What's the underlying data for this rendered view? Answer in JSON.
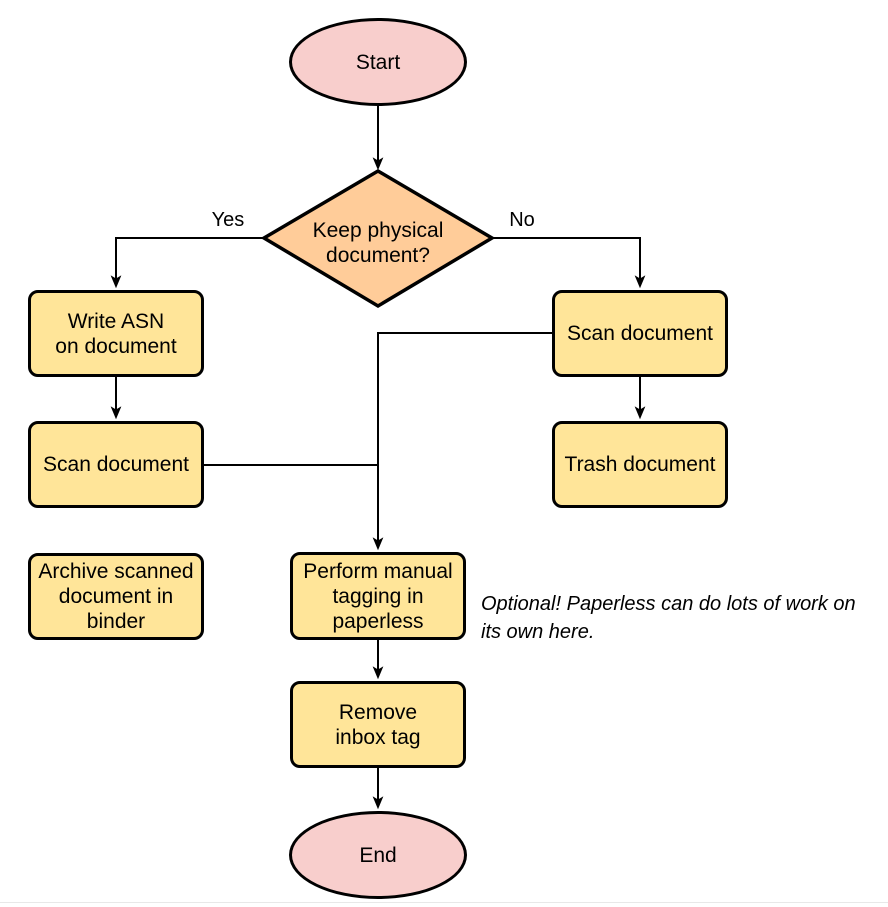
{
  "flowchart": {
    "nodes": {
      "start": {
        "label": "Start",
        "type": "terminal"
      },
      "decision": {
        "label": "Keep physical\ndocument?",
        "type": "decision"
      },
      "write_asn": {
        "label": "Write ASN\non document",
        "type": "process"
      },
      "scan_left": {
        "label": "Scan document",
        "type": "process"
      },
      "archive": {
        "label": "Archive scanned\ndocument in\nbinder",
        "type": "process"
      },
      "scan_right": {
        "label": "Scan document",
        "type": "process"
      },
      "trash": {
        "label": "Trash document",
        "type": "process"
      },
      "tagging": {
        "label": "Perform manual\ntagging in\npaperless",
        "type": "process"
      },
      "remove_inbox": {
        "label": "Remove\ninbox tag",
        "type": "process"
      },
      "end": {
        "label": "End",
        "type": "terminal"
      }
    },
    "edge_labels": {
      "yes": "Yes",
      "no": "No"
    },
    "note": "Optional! Paperless can do lots of work on\nits own here.",
    "colors": {
      "terminal_fill": "#f8cecc",
      "process_fill": "#ffe599",
      "decision_fill": "#ffcc99",
      "stroke": "#000000",
      "divider": "#e8e8e8"
    }
  }
}
